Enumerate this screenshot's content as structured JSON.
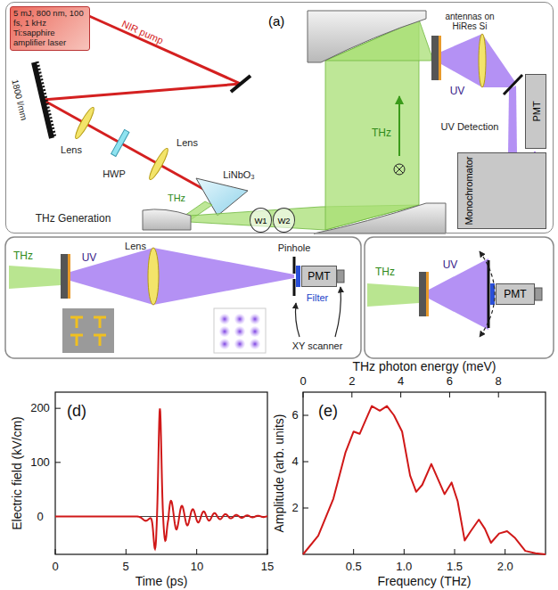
{
  "diagram": {
    "nodes": [
      {
        "text": [
          "(a)"
        ]
      },
      {
        "text": [
          "5 mJ, 800 nm, 100 fs, 1 kHz Ti:sapphire amplifier laser"
        ],
        "in": 0
      },
      {
        "text": [
          "W1"
        ],
        "in": 0
      },
      {
        "text": [
          "W2"
        ],
        "in": 0
      },
      {
        "text": [
          "PMT"
        ],
        "in": 0
      },
      {
        "text": [
          "Monochromator"
        ],
        "in": 0
      },
      {
        "text": [
          "PMT"
        ]
      },
      {
        "text": [
          "PMT"
        ]
      }
    ],
    "labels": [
      "NIR pump",
      "1800 l/mm",
      "Lens",
      "HWP",
      "Lens",
      "LiNbO₃",
      "THz",
      "THz Generation",
      "THz",
      "antennas on HiRes Si",
      "UV",
      "UV Detection",
      "THz",
      "UV",
      "Lens",
      "Pinhole",
      "Filter",
      "XY scanner",
      "THz",
      "UV",
      "(d)",
      "Electric field (kV/cm)",
      "200",
      "100",
      "0",
      "0",
      "5",
      "10",
      "15",
      "Time (ps)",
      "(e)",
      "THz photon energy (meV)",
      "0",
      "2",
      "4",
      "6",
      "8",
      "Amplitude (arb. units)",
      "6",
      "4",
      "2",
      "0.5",
      "1.0",
      "1.5",
      "2.0",
      "Frequency (THz)"
    ]
  }
}
